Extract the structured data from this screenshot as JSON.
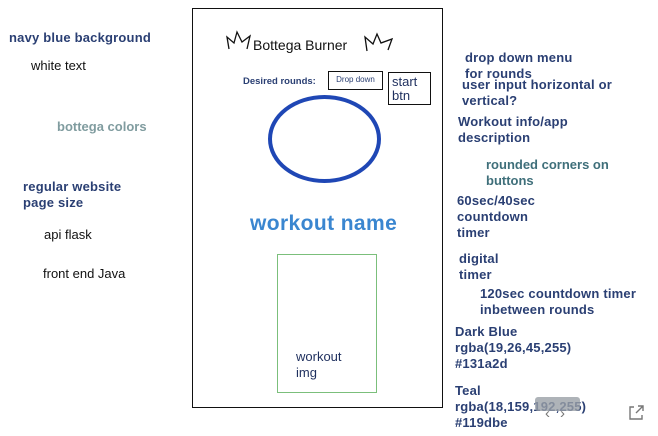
{
  "left_notes": [
    {
      "text": "navy blue background",
      "style": "blue"
    },
    {
      "text": "white text",
      "style": "black"
    },
    {
      "text": "bottega colors",
      "style": "blur"
    },
    {
      "text": "regular website\npage size",
      "style": "blue"
    },
    {
      "text": "api flask",
      "style": "black"
    },
    {
      "text": "front end Java",
      "style": "black"
    }
  ],
  "right_notes": [
    {
      "text": "drop down menu\nfor rounds",
      "style": "blue"
    },
    {
      "text": "user input horizontal or\nvertical?",
      "style": "blue"
    },
    {
      "text": "Workout info/app\ndescription",
      "style": "blue"
    },
    {
      "text": "rounded corners on\nbuttons",
      "style": "teal"
    },
    {
      "text": "60sec/40sec\ncountdown\ntimer",
      "style": "blue"
    },
    {
      "text": "digital\ntimer",
      "style": "blue"
    },
    {
      "text": "120sec countdown timer\ninbetween rounds",
      "style": "blue"
    },
    {
      "text": "Dark Blue\nrgba(19,26,45,255)\n#131a2d",
      "style": "blue"
    },
    {
      "text": "Teal\nrgba(18,159,192,255)\n#119dbe",
      "style": "blue"
    }
  ],
  "mockup": {
    "title": "Bottega Burner",
    "rounds_label": "Desired rounds:",
    "dropdown_text": "Drop down",
    "start_button": "start\nbtn",
    "workout_name": "workout name",
    "image_label": "workout\nimg"
  },
  "colors": {
    "dark_blue": "#131a2d",
    "teal": "#119dbe",
    "timer_circle": "#1f47b5",
    "workout_name": "#3a86d0",
    "image_box": "#7bbf7b"
  },
  "icons": [
    "crown-left-icon",
    "crown-right-icon",
    "chevron-left-icon",
    "chevron-right-icon",
    "expand-icon"
  ]
}
